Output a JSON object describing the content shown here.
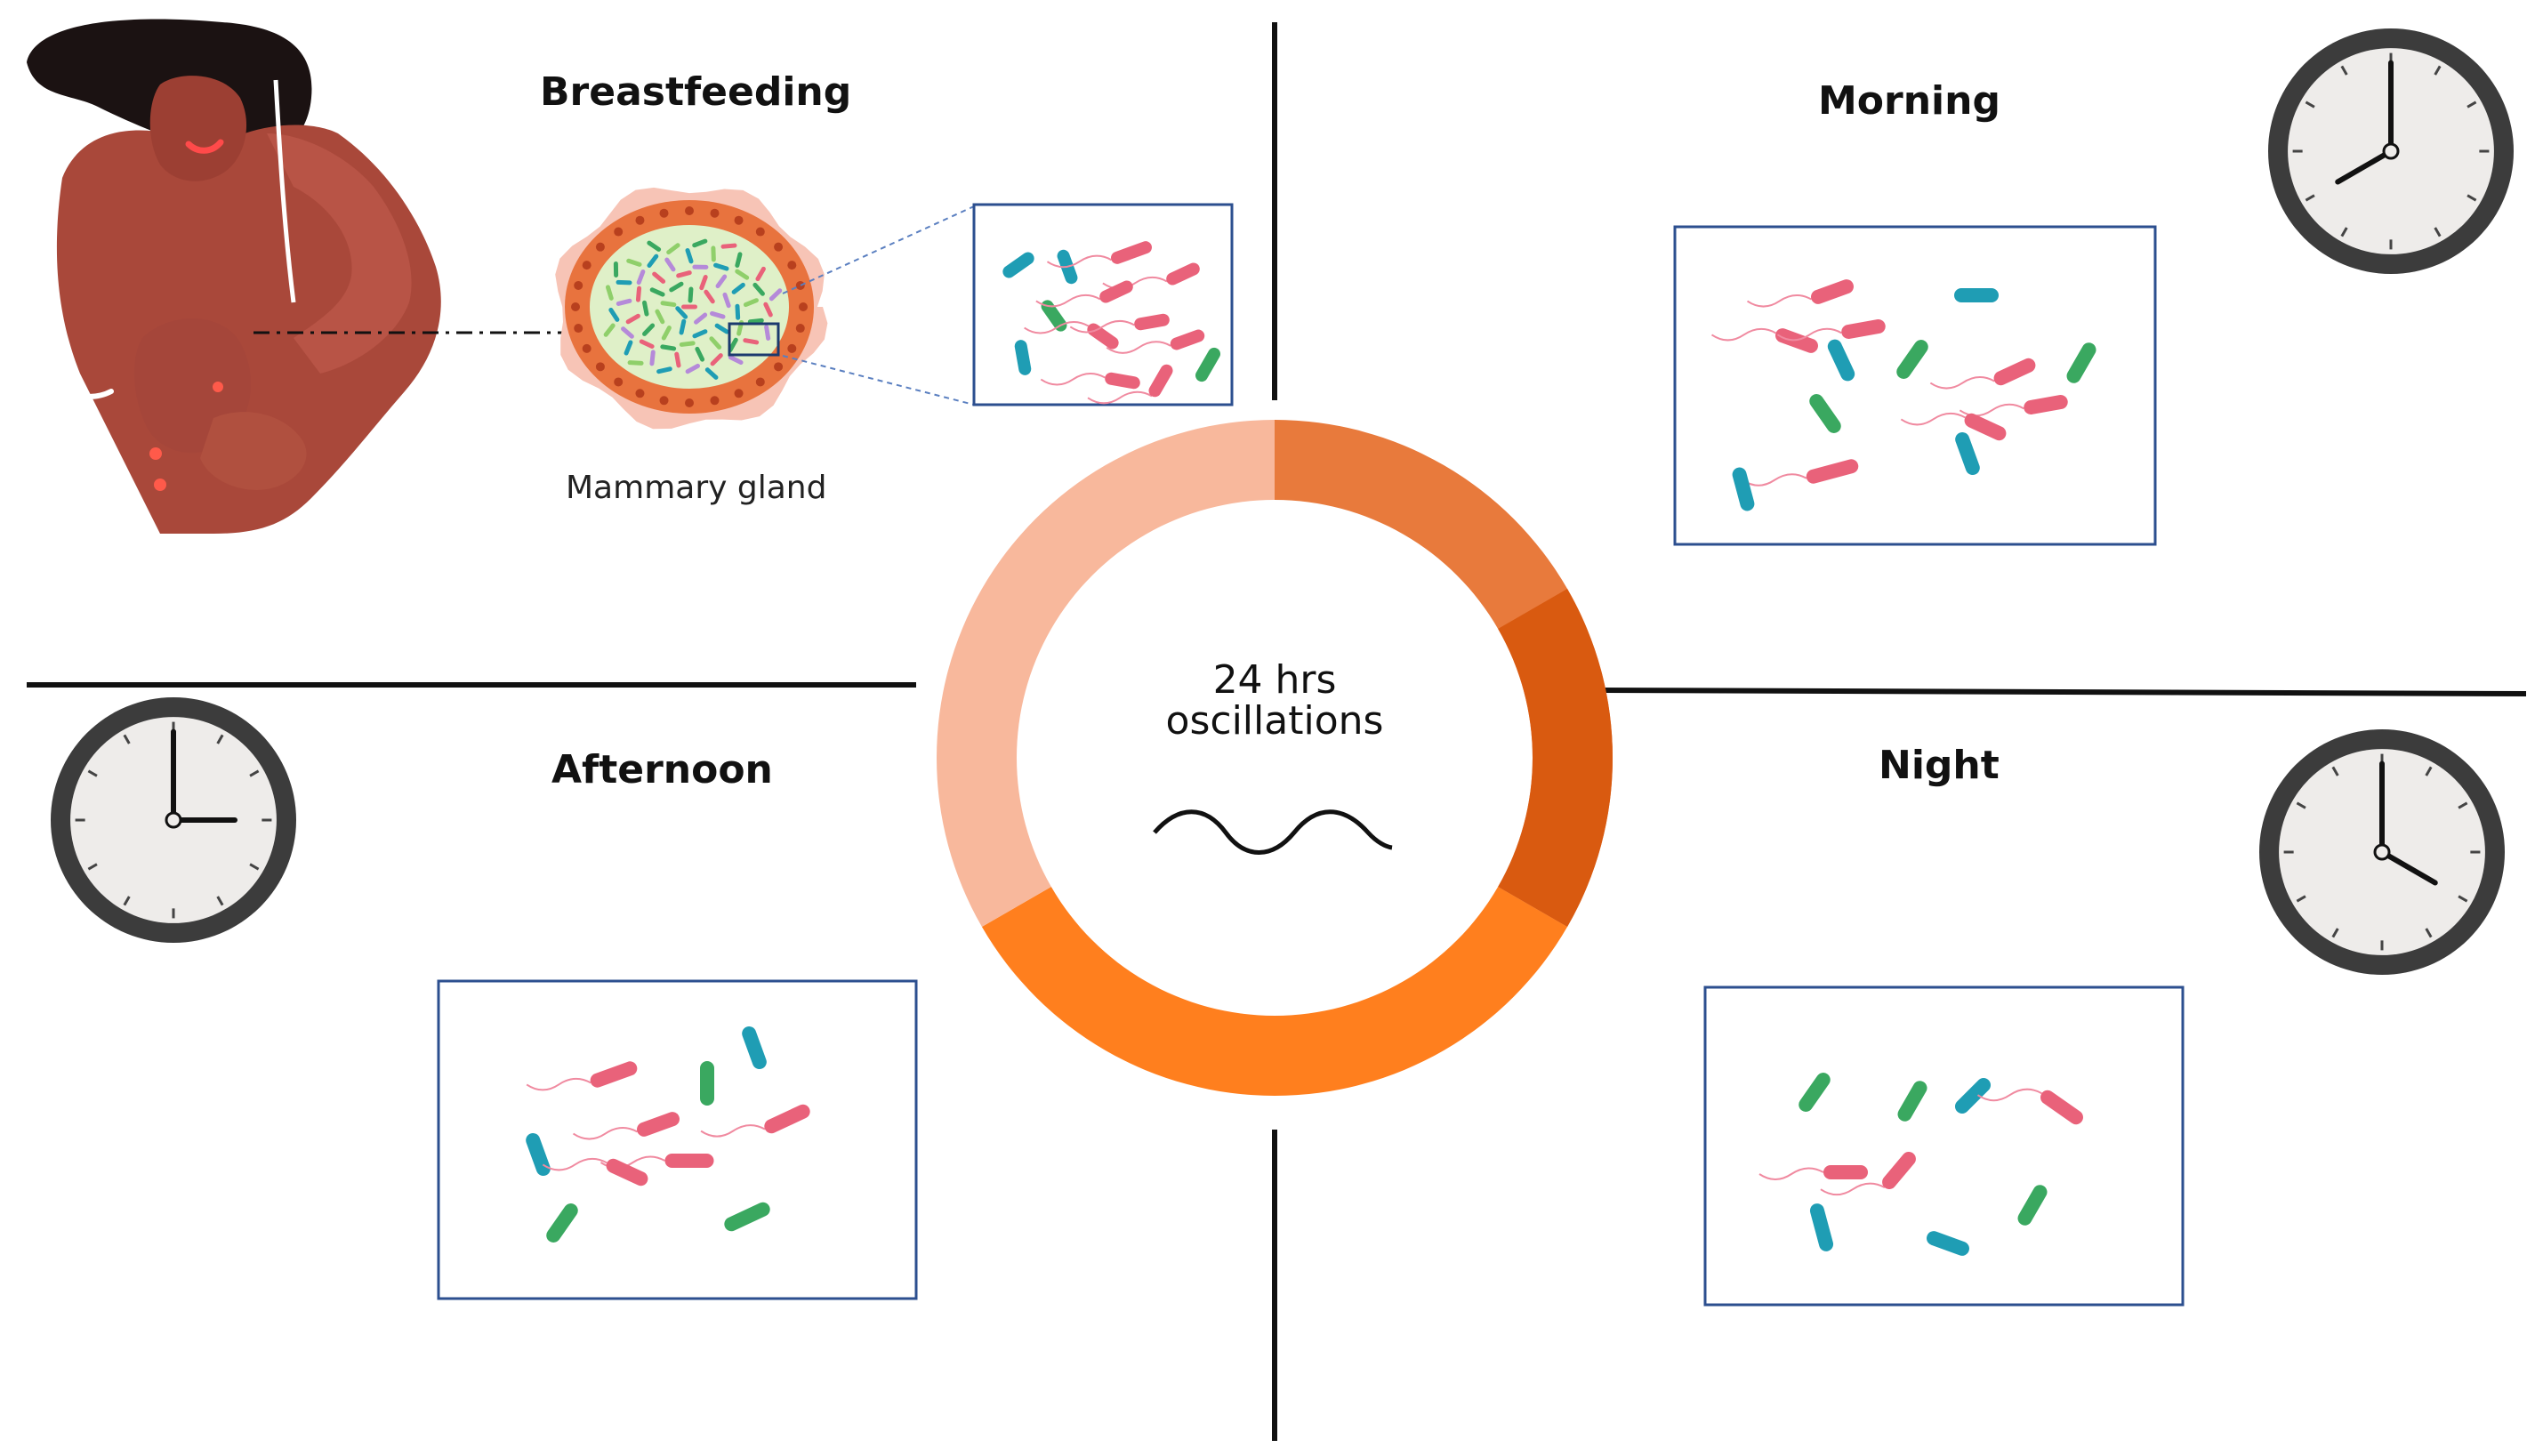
{
  "labels": {
    "breastfeeding": "Breastfeeding",
    "mammary_gland": "Mammary gland",
    "morning": "Morning",
    "afternoon": "Afternoon",
    "night": "Night",
    "cycle_line1": "24 hrs",
    "cycle_line2": "oscillations"
  },
  "clocks": {
    "morning": {
      "hour": 8,
      "minute": 0
    },
    "afternoon": {
      "hour": 3,
      "minute": 0
    },
    "night": {
      "hour": 4,
      "minute": 0
    }
  },
  "colors": {
    "ring_light": "#f8b89c",
    "ring_mid": "#e87a3c",
    "ring_dark": "#d95a10",
    "ring_bottom": "#ff7f1e",
    "bacteria_pink": "#e9627a",
    "bacteria_teal": "#1f9db4",
    "bacteria_green": "#3aa860",
    "box_border": "#2c4f8f",
    "skin": "#a9483a",
    "hair": "#1b1212"
  }
}
